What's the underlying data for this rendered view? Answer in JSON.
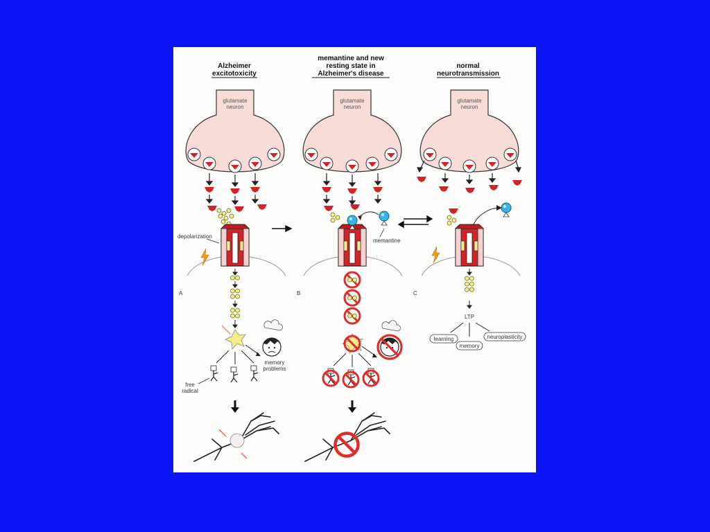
{
  "panels": [
    {
      "title_lines": [
        "Alzheimer",
        "excitotoxicity"
      ],
      "neuron_label": [
        "glutamate",
        "neuron"
      ],
      "panel_letter": "A",
      "depolarization_label": "depolarization",
      "memory_label": [
        "memory",
        "problems"
      ],
      "free_radical_label": [
        "free",
        "radical"
      ]
    },
    {
      "title_lines": [
        "memantine and new",
        "resting state in",
        "Alzheimer's disease"
      ],
      "neuron_label": [
        "glutamate",
        "neuron"
      ],
      "panel_letter": "B",
      "memantine_label": "memantine"
    },
    {
      "title_lines": [
        "normal",
        "neurotransmission"
      ],
      "neuron_label": [
        "glutamate",
        "neuron"
      ],
      "panel_letter": "C",
      "ltp_label": "LTP",
      "outcomes": [
        "learning",
        "memory",
        "neuroplasticity"
      ]
    }
  ],
  "colors": {
    "background": "#0a14f4",
    "neuron_fill": "#f7dcd8",
    "glutamate_red": "#d2232a",
    "memantine_blue": "#35b6e6",
    "calcium_yellow": "#f3ee8a",
    "lightning": "#f39c12",
    "prohibition_red": "#e02b2b"
  },
  "icons": [
    "lightning-icon",
    "head-icon",
    "prohibition-icon",
    "memantine-molecule-icon",
    "receptor-channel-icon"
  ]
}
